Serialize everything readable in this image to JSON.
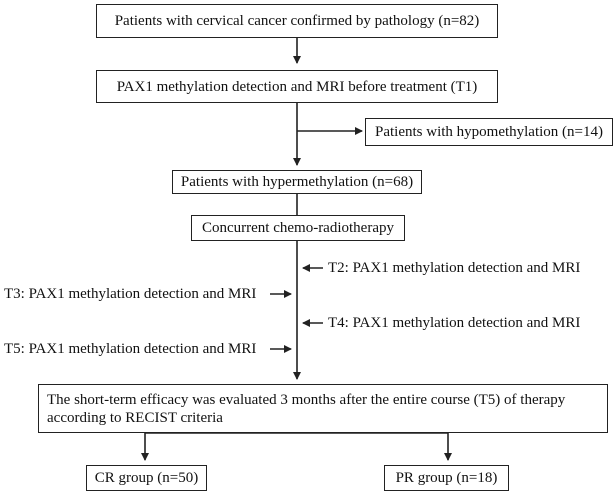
{
  "nodes": {
    "confirmed": "Patients with cervical cancer confirmed by pathology (n=82)",
    "t1": "PAX1 methylation detection and MRI before treatment (T1)",
    "hypo": "Patients with hypomethylation (n=14)",
    "hyper": "Patients with hypermethylation (n=68)",
    "ccrt": "Concurrent chemo-radiotherapy",
    "efficacy": "The short-term efficacy was evaluated 3 months after the entire course (T5) of therapy according to RECIST criteria",
    "cr": "CR group (n=50)",
    "pr": "PR group (n=18)"
  },
  "side_labels": {
    "t2": "T2: PAX1 methylation detection and MRI",
    "t3": "T3: PAX1 methylation detection and MRI",
    "t4": "T4: PAX1 methylation detection and MRI",
    "t5": "T5: PAX1 methylation detection and MRI"
  }
}
